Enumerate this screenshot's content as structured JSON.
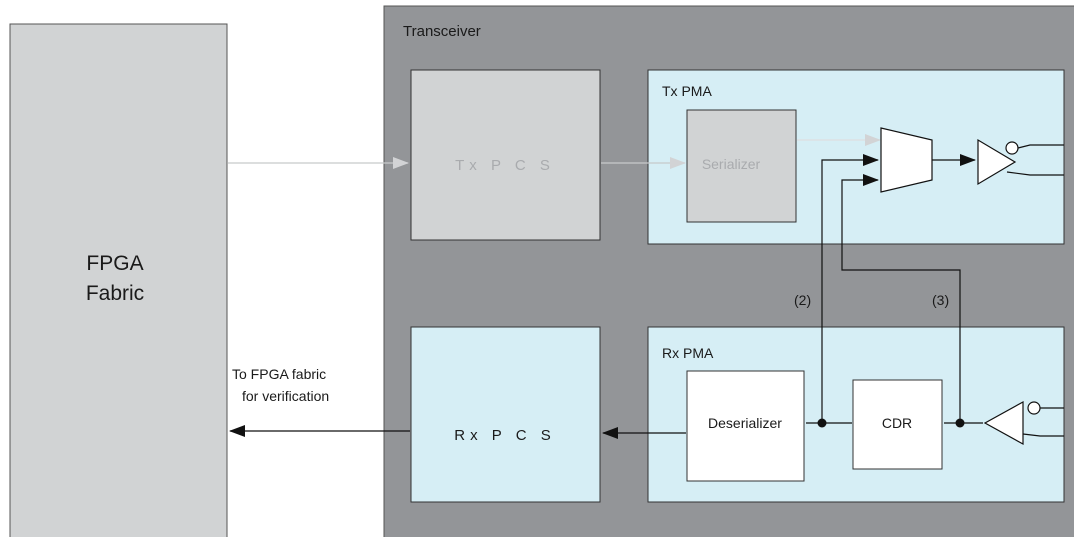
{
  "fpga": {
    "line1": "FPGA",
    "line2": "Fabric"
  },
  "transceiver": {
    "title": "Transceiver"
  },
  "tx_pcs": {
    "label": "Tx   P C S"
  },
  "tx_pma": {
    "title": "Tx PMA",
    "serializer": "Serializer"
  },
  "rx_pcs": {
    "label": "Rx   P C S"
  },
  "rx_pma": {
    "title": "Rx PMA",
    "deserializer": "Deserializer",
    "cdr": "CDR"
  },
  "annotations": {
    "path2": "(2)",
    "path3": "(3)",
    "fabric_note_line1": "To FPGA fabric",
    "fabric_note_line2": "for verification"
  },
  "colors": {
    "fabric_fill": "#d1d3d4",
    "transceiver_fill": "#939598",
    "pma_fill": "#d6eef5",
    "dim_block_fill": "#d1d3d4",
    "line": "#1a1a1a",
    "dim_line": "#c7c9cb"
  }
}
